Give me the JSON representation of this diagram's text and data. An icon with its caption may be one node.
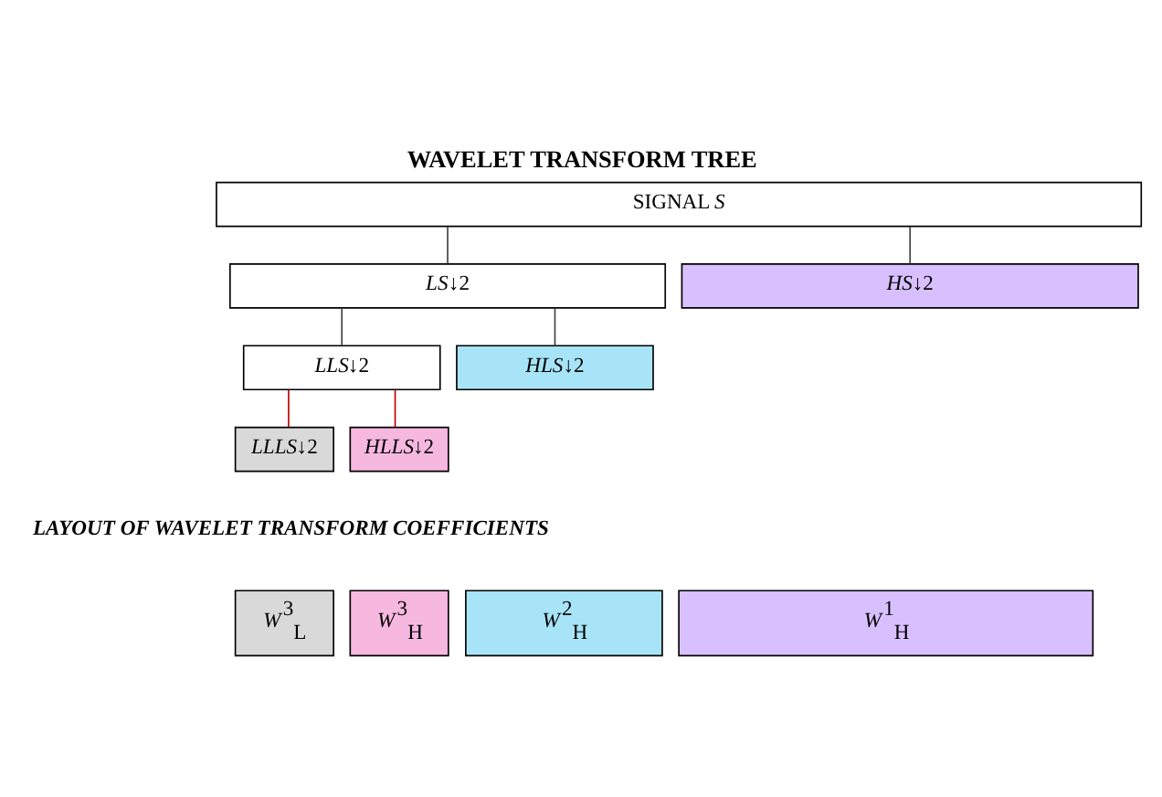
{
  "diagram": {
    "title": "WAVELET TRANSFORM TREE",
    "nodes": [
      {
        "text": [
          "SIGNAL *S*"
        ]
      },
      {
        "text": [
          "*LS*↓2"
        ]
      },
      {
        "text": [
          "*HS*↓2"
        ]
      },
      {
        "text": [
          "*LLS*↓2"
        ]
      },
      {
        "text": [
          "*HLS*↓2"
        ]
      },
      {
        "text": [
          "*LLLS*↓2"
        ]
      },
      {
        "text": [
          "*HLLS*↓2"
        ]
      },
      {
        "text": [
          "*W*$^{3}$$_{L}$"
        ]
      },
      {
        "text": [
          "*W*$^{3}$$_{H}$"
        ]
      },
      {
        "text": [
          "*W*$^{2}$$_{H}$"
        ]
      },
      {
        "text": [
          "*W*$^{1}$$_{H}$"
        ]
      }
    ],
    "edges": [
      {
        "from": 0,
        "to": 1,
        "arrow": "none"
      },
      {
        "from": 0,
        "to": 2,
        "arrow": "none"
      },
      {
        "from": 1,
        "to": 3,
        "arrow": "none"
      },
      {
        "from": 1,
        "to": 4,
        "arrow": "none"
      },
      {
        "from": 3,
        "to": 5,
        "arrow": "none",
        "color": "#c00000"
      },
      {
        "from": 3,
        "to": 6,
        "arrow": "none",
        "color": "#c00000"
      }
    ],
    "labels": [
      "LAYOUT OF WAVELET TRANSFORM COEFFICIENTS"
    ]
  }
}
